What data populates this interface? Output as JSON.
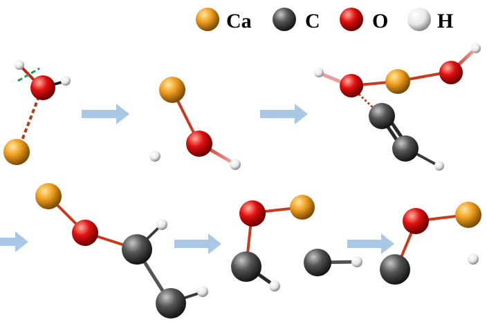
{
  "legend": [
    {
      "element": "Ca",
      "label": "Ca",
      "color": "#f0a020"
    },
    {
      "element": "C",
      "label": "C",
      "color": "#505050"
    },
    {
      "element": "O",
      "label": "O",
      "color": "#e01010"
    },
    {
      "element": "H",
      "label": "H",
      "color": "#f2f2f2"
    }
  ],
  "colors": {
    "arrow": "#a9c8e6",
    "bond": "#c83a1e",
    "bond_ch": "#3a3a3a",
    "dashed_bond": "#b53a1a",
    "cleave_mark": "#1e9a5a"
  },
  "steps": [
    {
      "id": "step-1",
      "description_atoms": [
        "Ca",
        "O",
        "H",
        "H"
      ]
    },
    {
      "id": "step-2",
      "description_atoms": [
        "Ca",
        "O",
        "H",
        "H"
      ]
    },
    {
      "id": "step-3",
      "description_atoms": [
        "H",
        "O",
        "Ca",
        "O",
        "H",
        "C",
        "C",
        "H"
      ]
    },
    {
      "id": "step-4",
      "description_atoms": [
        "Ca",
        "O",
        "C",
        "H",
        "C",
        "H"
      ]
    },
    {
      "id": "step-5",
      "description_atoms": [
        "O",
        "Ca",
        "C",
        "H",
        "C",
        "H"
      ]
    },
    {
      "id": "step-6",
      "description_atoms": [
        "O",
        "Ca",
        "C",
        "H"
      ]
    }
  ],
  "icons": [
    "arrow-right-icon"
  ]
}
